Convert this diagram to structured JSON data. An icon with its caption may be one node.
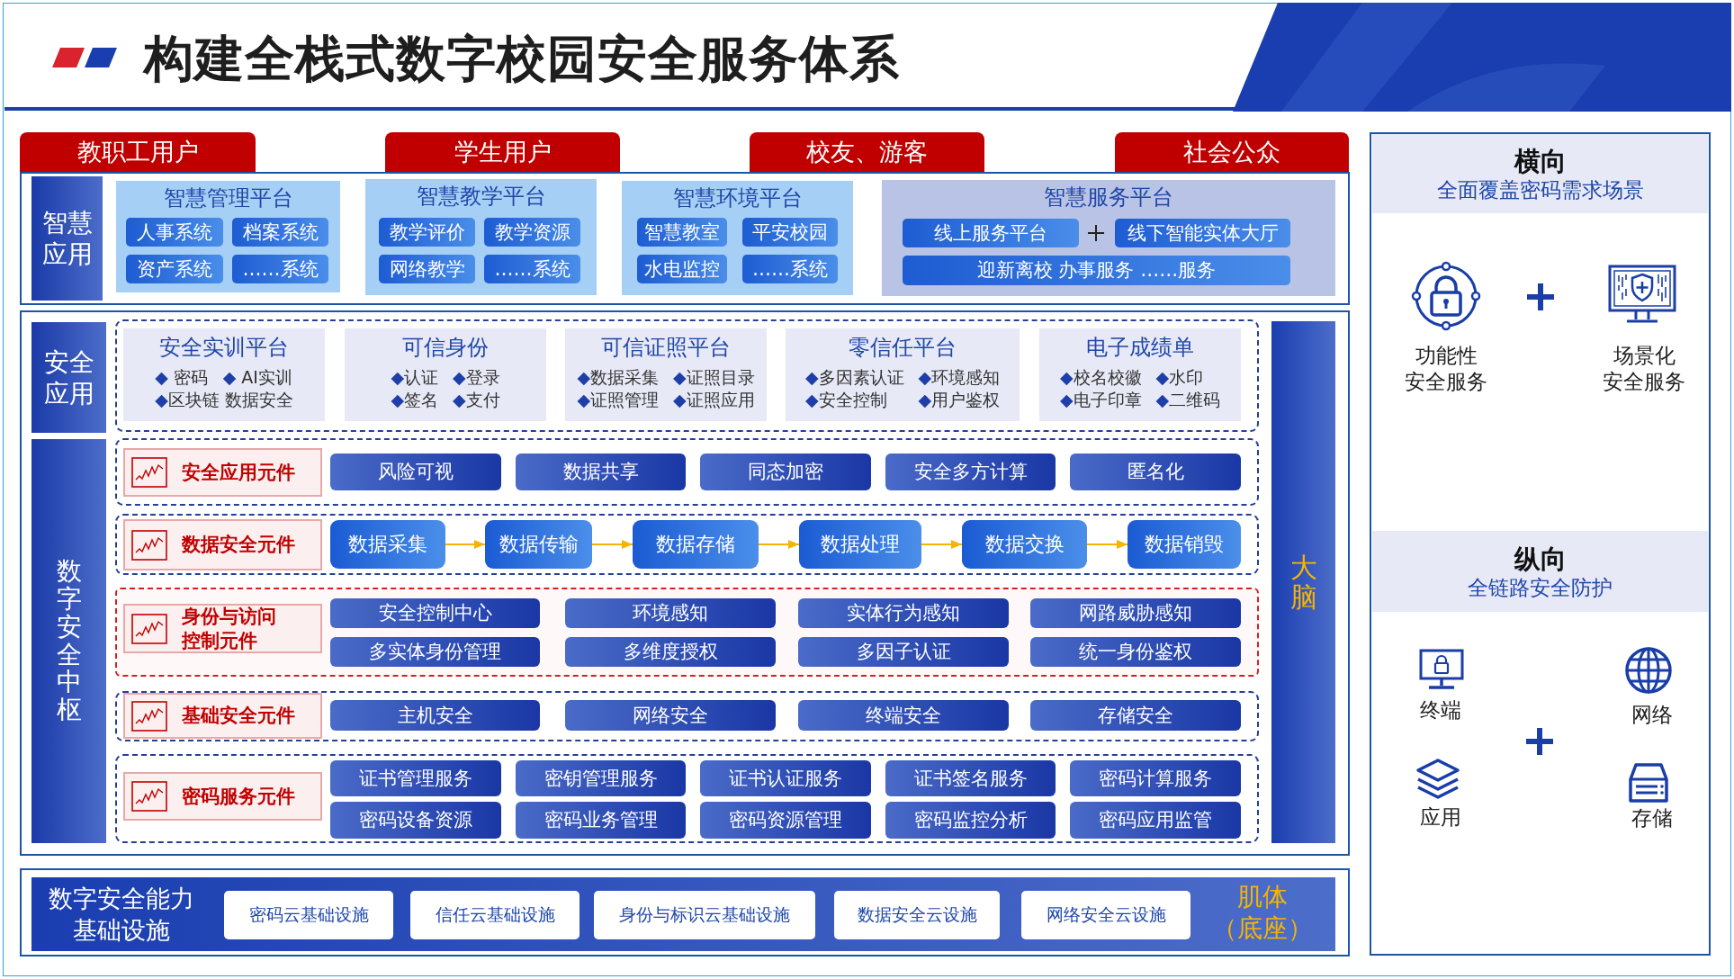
{
  "diagram": {
    "title": "构建全栈式数字校园安全服务体系",
    "nodes": [
      {
        "text": [
          "教职工用户"
        ]
      },
      {
        "text": [
          "学生用户"
        ]
      },
      {
        "text": [
          "校友、游客"
        ]
      },
      {
        "text": [
          "社会公众"
        ]
      },
      {
        "text": [],
        "shape": "box"
      },
      {
        "text": [
          "智慧应用"
        ],
        "in": 4
      },
      {
        "text": [
          "智慧管理平台"
        ],
        "in": 4
      },
      {
        "text": [
          "人事系统"
        ],
        "in": 6
      },
      {
        "text": [
          "档案系统"
        ],
        "in": 6
      },
      {
        "text": [
          "资产系统"
        ],
        "in": 6
      },
      {
        "text": [
          "……系统"
        ],
        "in": 6
      },
      {
        "text": [
          "智慧教学平台"
        ],
        "in": 4
      },
      {
        "text": [
          "教学评价"
        ],
        "in": 11
      },
      {
        "text": [
          "教学资源"
        ],
        "in": 11
      },
      {
        "text": [
          "网络教学"
        ],
        "in": 11
      },
      {
        "text": [
          "……系统"
        ],
        "in": 11
      },
      {
        "text": [
          "智慧环境平台"
        ],
        "in": 4
      },
      {
        "text": [
          "智慧教室"
        ],
        "in": 16
      },
      {
        "text": [
          "平安校园"
        ],
        "in": 16
      },
      {
        "text": [
          "水电监控"
        ],
        "in": 16
      },
      {
        "text": [
          "……系统"
        ],
        "in": 16
      },
      {
        "text": [
          "智慧服务平台"
        ],
        "in": 4
      },
      {
        "text": [
          "线上服务平台"
        ],
        "in": 21
      },
      {
        "text": [
          "线下智能实体大厅"
        ],
        "in": 21
      },
      {
        "text": [
          "迎新离校 办事服务 ……服务"
        ],
        "in": 21
      },
      {
        "text": [],
        "shape": "box"
      },
      {
        "text": [
          "安全应用"
        ],
        "in": 25
      },
      {
        "text": [],
        "shape": "box",
        "in": 25
      },
      {
        "text": [
          "安全实训平台",
          "◆ 密码",
          "◆ AI实训",
          "◆区块链 数据安全"
        ],
        "in": 27
      },
      {
        "text": [
          "可信身份",
          "◆认证",
          "◆登录",
          "◆签名",
          "◆支付"
        ],
        "in": 27
      },
      {
        "text": [
          "可信证照平台",
          "◆数据采集",
          "◆证照目录",
          "◆证照管理",
          "◆证照应用"
        ],
        "in": 27
      },
      {
        "text": [
          "零信任平台",
          "◆多因素认证",
          "◆环境感知",
          "◆安全控制",
          "◆用户鉴权"
        ],
        "in": 27
      },
      {
        "text": [
          "电子成绩单",
          "◆校名校徽",
          "◆水印",
          "◆电子印章",
          "◆二维码"
        ],
        "in": 27
      },
      {
        "text": [
          "数字安全中枢"
        ],
        "in": 25
      },
      {
        "text": [],
        "shape": "box",
        "in": 25
      },
      {
        "text": [
          "安全应用元件"
        ],
        "in": 34
      },
      {
        "text": [
          "风险可视"
        ],
        "in": 34
      },
      {
        "text": [
          "数据共享"
        ],
        "in": 34
      },
      {
        "text": [
          "同态加密"
        ],
        "in": 34
      },
      {
        "text": [
          "安全多方计算"
        ],
        "in": 34
      },
      {
        "text": [
          "匿名化"
        ],
        "in": 34
      },
      {
        "text": [],
        "shape": "box",
        "in": 25
      },
      {
        "text": [
          "数据安全元件"
        ],
        "in": 41
      },
      {
        "text": [
          "数据采集"
        ],
        "in": 41
      },
      {
        "text": [
          "数据传输"
        ],
        "in": 41
      },
      {
        "text": [
          "数据存储"
        ],
        "in": 41
      },
      {
        "text": [
          "数据处理"
        ],
        "in": 41
      },
      {
        "text": [
          "数据交换"
        ],
        "in": 41
      },
      {
        "text": [
          "数据销毁"
        ],
        "in": 41
      },
      {
        "text": [],
        "shape": "box",
        "in": 25
      },
      {
        "text": [
          "身份与访问控制元件"
        ],
        "in": 49
      },
      {
        "text": [
          "安全控制中心"
        ],
        "in": 49
      },
      {
        "text": [
          "环境感知"
        ],
        "in": 49
      },
      {
        "text": [
          "实体行为感知"
        ],
        "in": 49
      },
      {
        "text": [
          "网路威胁感知"
        ],
        "in": 49
      },
      {
        "text": [
          "多实体身份管理"
        ],
        "in": 49
      },
      {
        "text": [
          "多维度授权"
        ],
        "in": 49
      },
      {
        "text": [
          "多因子认证"
        ],
        "in": 49
      },
      {
        "text": [
          "统一身份鉴权"
        ],
        "in": 49
      },
      {
        "text": [],
        "shape": "box",
        "in": 25
      },
      {
        "text": [
          "基础安全元件"
        ],
        "in": 59
      },
      {
        "text": [
          "主机安全"
        ],
        "in": 59
      },
      {
        "text": [
          "网络安全"
        ],
        "in": 59
      },
      {
        "text": [
          "终端安全"
        ],
        "in": 59
      },
      {
        "text": [
          "存储安全"
        ],
        "in": 59
      },
      {
        "text": [],
        "shape": "box",
        "in": 25
      },
      {
        "text": [
          "密码服务元件"
        ],
        "in": 65
      },
      {
        "text": [
          "证书管理服务"
        ],
        "in": 65
      },
      {
        "text": [
          "密钥管理服务"
        ],
        "in": 65
      },
      {
        "text": [
          "证书认证服务"
        ],
        "in": 65
      },
      {
        "text": [
          "证书签名服务"
        ],
        "in": 65
      },
      {
        "text": [
          "密码计算服务"
        ],
        "in": 65
      },
      {
        "text": [
          "密码设备资源"
        ],
        "in": 65
      },
      {
        "text": [
          "密码业务管理"
        ],
        "in": 65
      },
      {
        "text": [
          "密码资源管理"
        ],
        "in": 65
      },
      {
        "text": [
          "密码监控分析"
        ],
        "in": 65
      },
      {
        "text": [
          "密码应用监管"
        ],
        "in": 65
      },
      {
        "text": [
          "大脑"
        ],
        "in": 25
      },
      {
        "text": [],
        "shape": "box"
      },
      {
        "text": [
          "数字安全能力基础设施",
          "肌体（底座）"
        ],
        "in": 78
      },
      {
        "text": [
          "密码云基础设施"
        ],
        "in": 79
      },
      {
        "text": [
          "信任云基础设施"
        ],
        "in": 79
      },
      {
        "text": [
          "身份与标识云基础设施"
        ],
        "in": 79
      },
      {
        "text": [
          "数据安全云设施"
        ],
        "in": 79
      },
      {
        "text": [
          "网络安全云设施"
        ],
        "in": 79
      },
      {
        "text": [],
        "shape": "box"
      },
      {
        "text": [
          "横向",
          "全面覆盖密码需求场景"
        ],
        "in": 85
      },
      {
        "text": [
          "纵向",
          "全链路安全防护"
        ],
        "in": 85
      }
    ],
    "edges": [
      {
        "from": 43,
        "to": 44,
        "arrow": "to"
      },
      {
        "from": 44,
        "to": 45,
        "arrow": "to"
      },
      {
        "from": 45,
        "to": 46,
        "arrow": "to"
      },
      {
        "from": 46,
        "to": 47,
        "arrow": "to"
      },
      {
        "from": 47,
        "to": 48,
        "arrow": "to"
      }
    ],
    "labels": [
      "功能性安全服务",
      "场景化安全服务",
      "终端",
      "网络",
      "应用",
      "存储"
    ]
  }
}
